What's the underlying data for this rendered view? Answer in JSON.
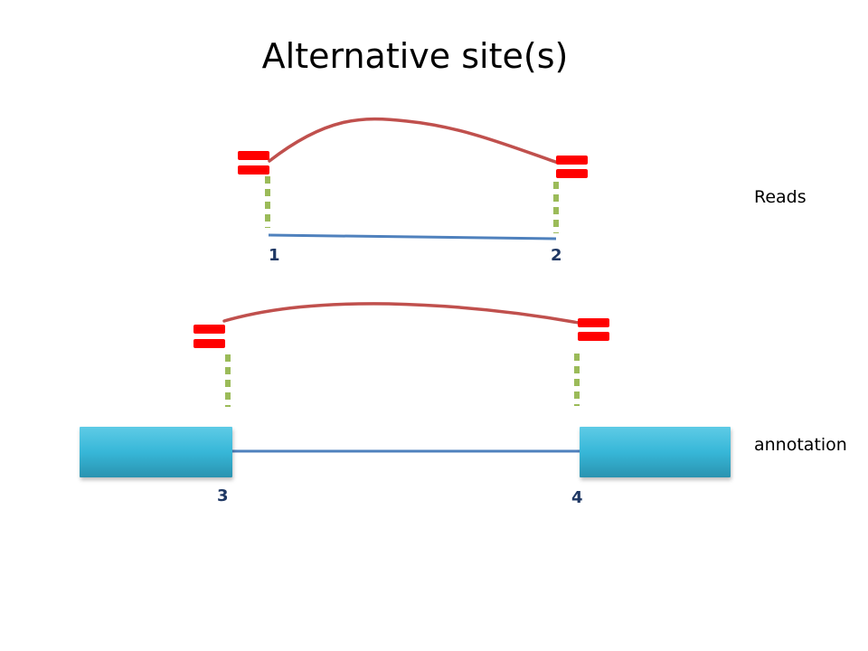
{
  "slide": {
    "title": "Alternative site(s)",
    "labels": {
      "reads": "Reads",
      "annotation": "annotation"
    },
    "site_numbers": [
      "1",
      "2",
      "3",
      "4"
    ]
  },
  "colors": {
    "arc": "#c0504d",
    "read_block": "#ff0000",
    "dotted_connector": "#9bbb59",
    "intron_line": "#4f81bd",
    "exon_fill": "#37b7d8",
    "site_number": "#1f3864"
  }
}
